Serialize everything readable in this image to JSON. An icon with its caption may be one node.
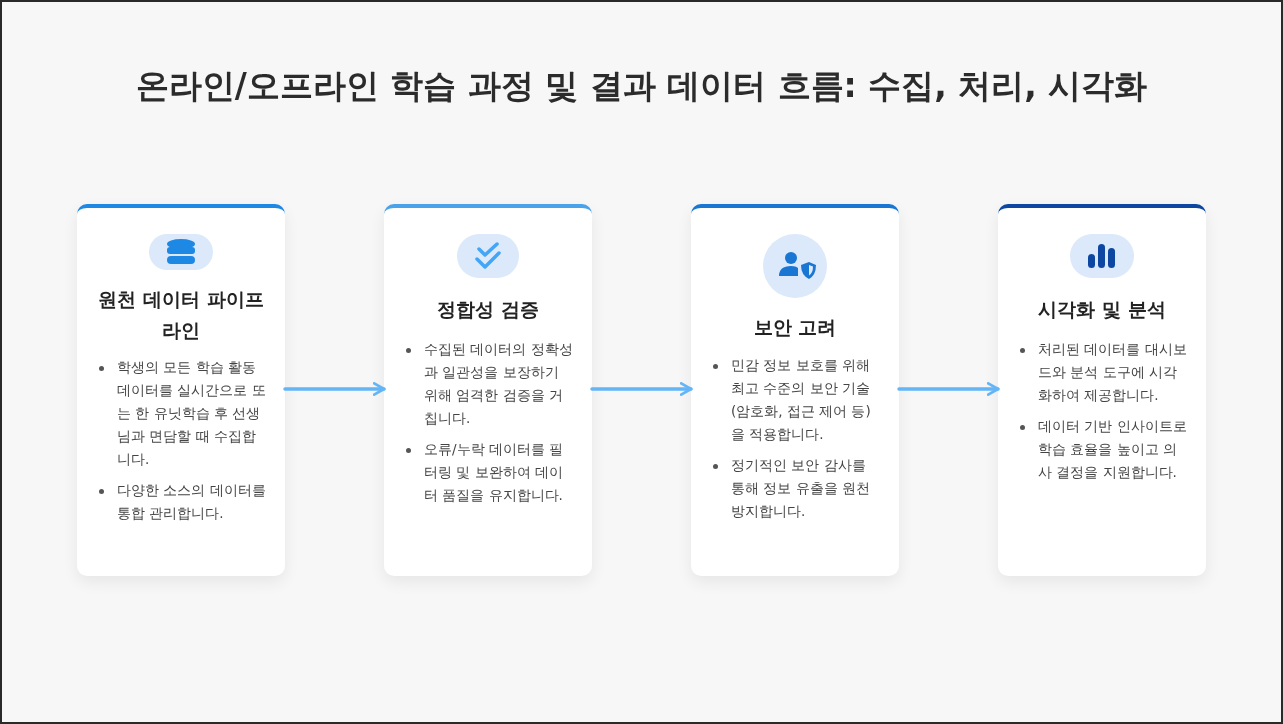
{
  "diagram": {
    "title": "온라인/오프라인 학습 과정 및 결과 데이터 흐름: 수집, 처리, 시각화",
    "nodes": [
      {
        "text": [
          "원천 데이터 파이프라인",
          "학생의 모든 학습 활동 데이터를 실시간으로 또는 한 유닛학습 후 선생님과 면담할 때 수집합니다.",
          "다양한 소스의 데이터를 통합 관리합니다."
        ]
      },
      {
        "text": [
          "정합성 검증",
          "수집된 데이터의 정확성과 일관성을 보장하기 위해 엄격한 검증을 거칩니다.",
          "오류/누락 데이터를 필터링 및 보완하여 데이터 품질을 유지합니다."
        ]
      },
      {
        "text": [
          "보안 고려",
          "민감 정보 보호를 위해 최고 수준의 보안 기술(암호화, 접근 제어 등)을 적용합니다.",
          "정기적인 보안 감사를 통해 정보 유출을 원천 방지합니다."
        ]
      },
      {
        "text": [
          "시각화 및 분석",
          "처리된 데이터를 대시보드와 분석 도구에 시각화하여 제공합니다.",
          "데이터 기반 인사이트로 학습 효율을 높이고 의사 결정을 지원합니다."
        ]
      }
    ],
    "edges": [
      {
        "from": 0,
        "to": 1,
        "arrow": "to"
      },
      {
        "from": 1,
        "to": 2,
        "arrow": "to"
      },
      {
        "from": 2,
        "to": 3,
        "arrow": "to"
      }
    ]
  }
}
